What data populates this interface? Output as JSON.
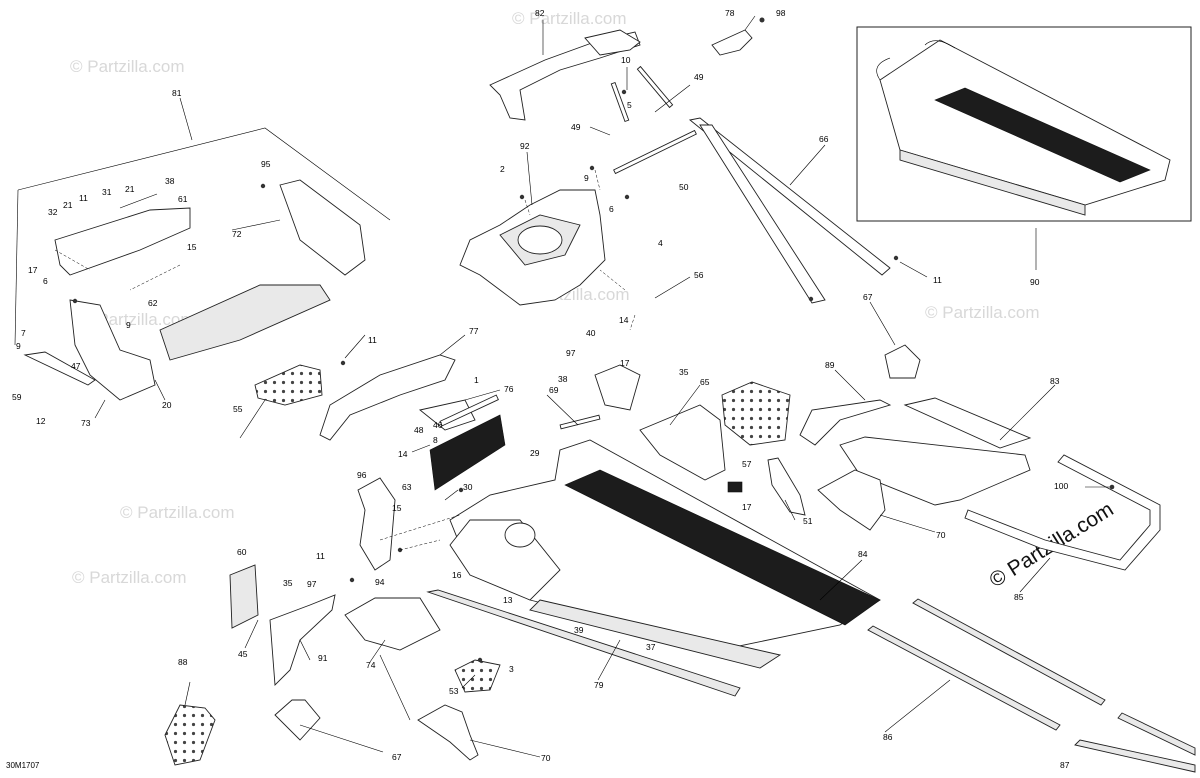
{
  "diagram_code": "30M1707",
  "watermark": "© Partzilla.com",
  "watermark_large": "© Partzilla.com",
  "callouts": {
    "c1": "1",
    "c2": "2",
    "c3": "3",
    "c4": "4",
    "c5": "5",
    "c6": "6",
    "c6b": "6",
    "c7": "7",
    "c8": "8",
    "c9a": "9",
    "c9b": "9",
    "c9c": "9",
    "c10": "10",
    "c11a": "11",
    "c11b": "11",
    "c11c": "11",
    "c11d": "11",
    "c12": "12",
    "c13": "13",
    "c14a": "14",
    "c14b": "14",
    "c15a": "15",
    "c15b": "15",
    "c16": "16",
    "c17a": "17",
    "c17b": "17",
    "c17c": "17",
    "c20": "20",
    "c21a": "21",
    "c21b": "21",
    "c29": "29",
    "c30": "30",
    "c31": "31",
    "c32": "32",
    "c35a": "35",
    "c35b": "35",
    "c37": "37",
    "c38a": "38",
    "c38b": "38",
    "c39": "39",
    "c40": "40",
    "c45": "45",
    "c46": "46",
    "c47": "47",
    "c48": "48",
    "c49a": "49",
    "c49b": "49",
    "c50": "50",
    "c51": "51",
    "c53": "53",
    "c55": "55",
    "c56": "56",
    "c57": "57",
    "c59": "59",
    "c60": "60",
    "c61": "61",
    "c62": "62",
    "c63": "63",
    "c65": "65",
    "c66": "66",
    "c67a": "67",
    "c67b": "67",
    "c69": "69",
    "c70a": "70",
    "c70b": "70",
    "c72": "72",
    "c73": "73",
    "c74": "74",
    "c76": "76",
    "c77": "77",
    "c78": "78",
    "c79": "79",
    "c81": "81",
    "c82": "82",
    "c83": "83",
    "c84": "84",
    "c85": "85",
    "c86": "86",
    "c87": "87",
    "c88": "88",
    "c89": "89",
    "c90": "90",
    "c91": "91",
    "c92": "92",
    "c94": "94",
    "c95": "95",
    "c96": "96",
    "c97a": "97",
    "c97b": "97",
    "c98": "98",
    "c100": "100"
  }
}
